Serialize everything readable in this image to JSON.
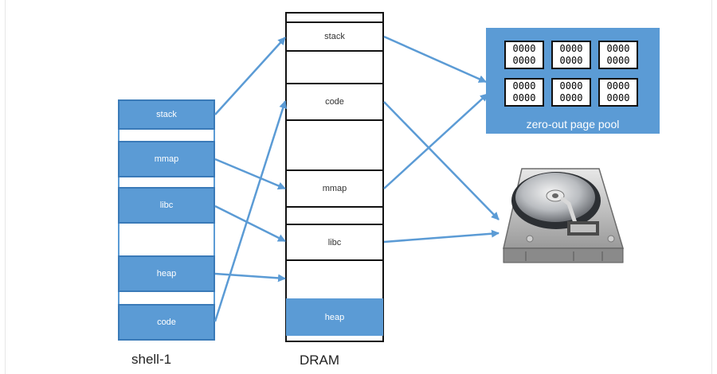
{
  "shell": {
    "caption": "shell-1",
    "segments": {
      "stack": "stack",
      "mmap": "mmap",
      "libc": "libc",
      "heap": "heap",
      "code": "code"
    }
  },
  "dram": {
    "caption": "DRAM",
    "segments": {
      "stack": "stack",
      "code": "code",
      "mmap": "mmap",
      "libc": "libc",
      "heap": "heap"
    }
  },
  "pool": {
    "label": "zero-out page pool",
    "cells": [
      [
        "0000",
        "0000"
      ],
      [
        "0000",
        "0000"
      ],
      [
        "0000",
        "0000"
      ],
      [
        "0000",
        "0000"
      ],
      [
        "0000",
        "0000"
      ],
      [
        "0000",
        "0000"
      ]
    ]
  },
  "disk": {
    "icon": "hard-disk-icon"
  },
  "colors": {
    "accent": "#5b9bd5",
    "arrow": "#5b9bd5",
    "border": "#111111"
  }
}
